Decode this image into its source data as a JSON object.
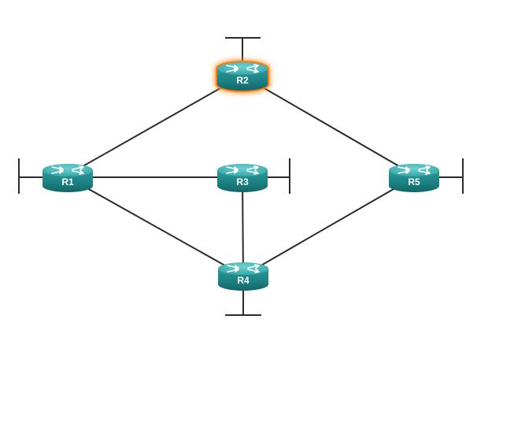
{
  "diagram": {
    "routers": [
      {
        "id": "R1",
        "label": "R1",
        "highlighted": false
      },
      {
        "id": "R2",
        "label": "R2",
        "highlighted": true
      },
      {
        "id": "R3",
        "label": "R3",
        "highlighted": false
      },
      {
        "id": "R4",
        "label": "R4",
        "highlighted": false
      },
      {
        "id": "R5",
        "label": "R5",
        "highlighted": false
      }
    ],
    "links": [
      {
        "from": "R1",
        "to": "R2"
      },
      {
        "from": "R2",
        "to": "R5"
      },
      {
        "from": "R1",
        "to": "R3"
      },
      {
        "from": "R3",
        "to": "R4"
      },
      {
        "from": "R1",
        "to": "R4"
      },
      {
        "from": "R4",
        "to": "R5"
      }
    ],
    "colors": {
      "router_body": "#1f8a8a",
      "router_top": "#3fb3b3",
      "highlight_glow": "#ff8a1a",
      "link": "#2b2b2b"
    },
    "icon": "router-icon"
  }
}
